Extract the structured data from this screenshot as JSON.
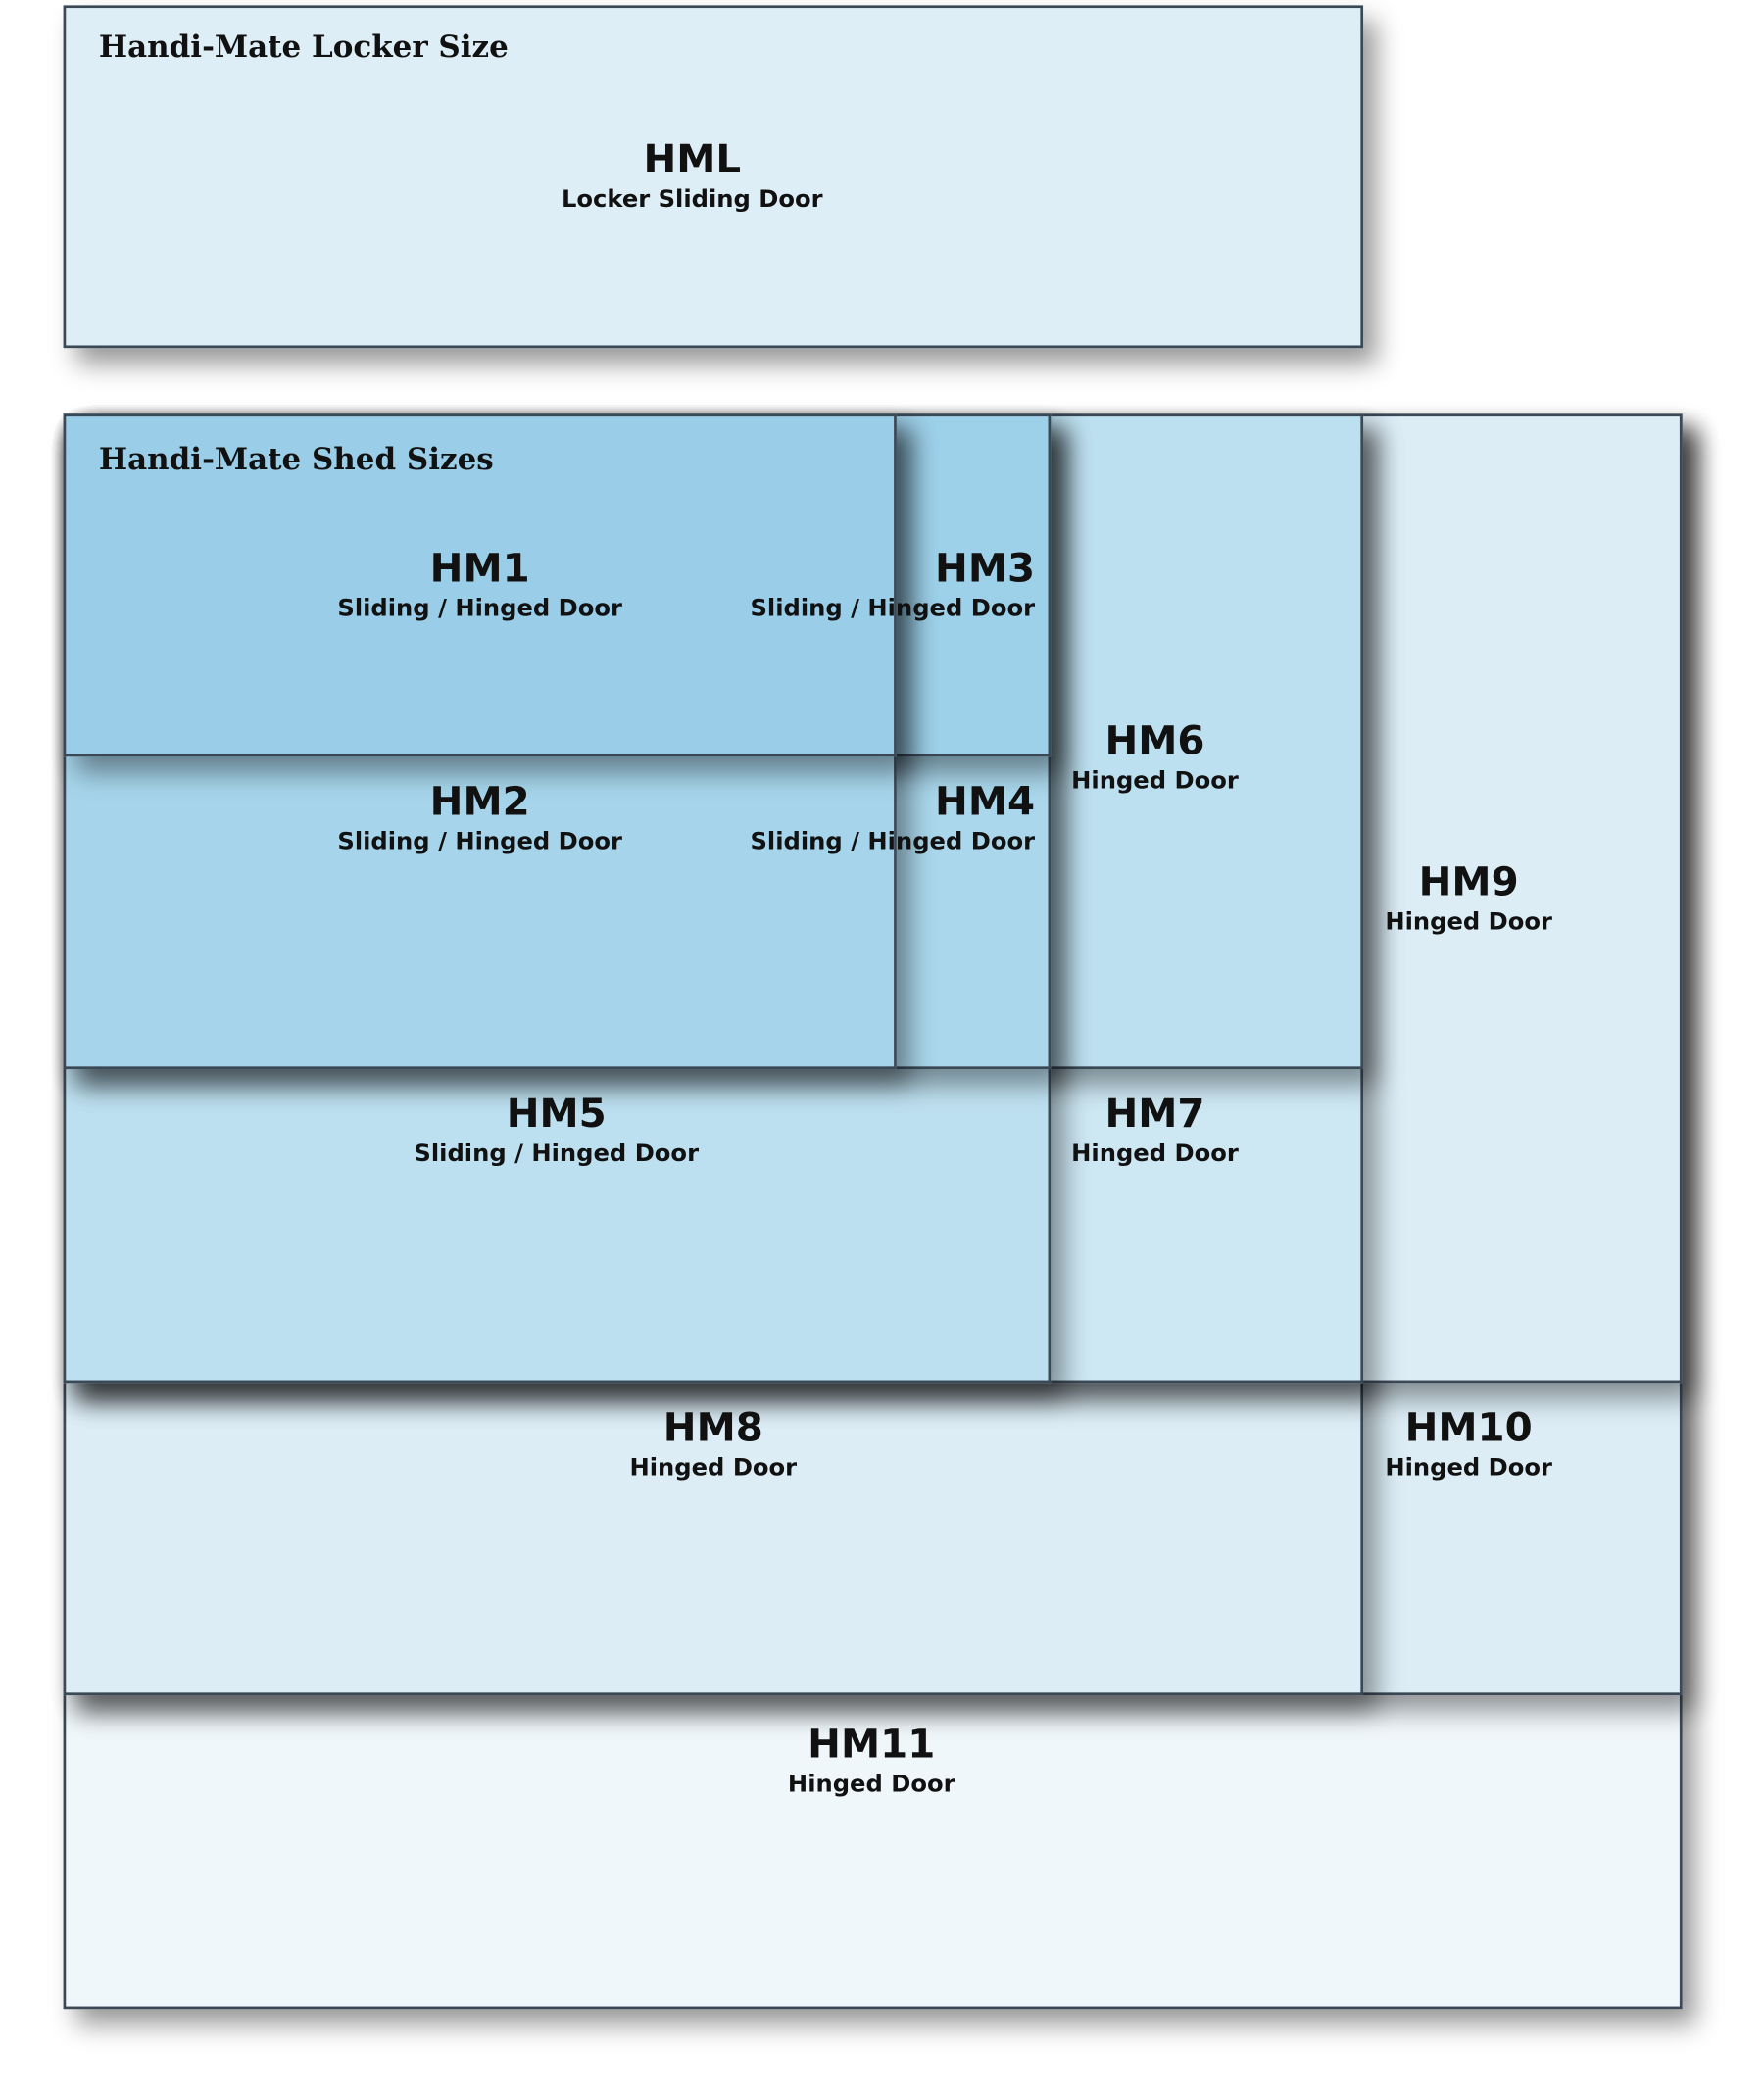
{
  "locker": {
    "title": "Handi-Mate Locker Size",
    "code": "HML",
    "door": "Locker Sliding Door"
  },
  "sheds": {
    "title": "Handi-Mate Shed Sizes",
    "items": [
      {
        "code": "HM1",
        "door": "Sliding / Hinged Door"
      },
      {
        "code": "HM2",
        "door": "Sliding / Hinged Door"
      },
      {
        "code": "HM3",
        "door": "Sliding / Hinged Door"
      },
      {
        "code": "HM4",
        "door": "Sliding / Hinged Door"
      },
      {
        "code": "HM5",
        "door": "Sliding / Hinged Door"
      },
      {
        "code": "HM6",
        "door": "Hinged Door"
      },
      {
        "code": "HM7",
        "door": "Hinged Door"
      },
      {
        "code": "HM8",
        "door": "Hinged Door"
      },
      {
        "code": "HM9",
        "door": "Hinged Door"
      },
      {
        "code": "HM10",
        "door": "Hinged Door"
      },
      {
        "code": "HM11",
        "door": "Hinged Door"
      }
    ]
  },
  "colors": {
    "border": "#3b4856",
    "locker_fill": "#deeef6",
    "hm1_fill": "#99cde8",
    "hm2_fill": "#a6d5eb",
    "hm5_fill": "#bde0f0",
    "hm8_fill": "#dcedf6",
    "hm11_fill": "#f0f7fb"
  }
}
